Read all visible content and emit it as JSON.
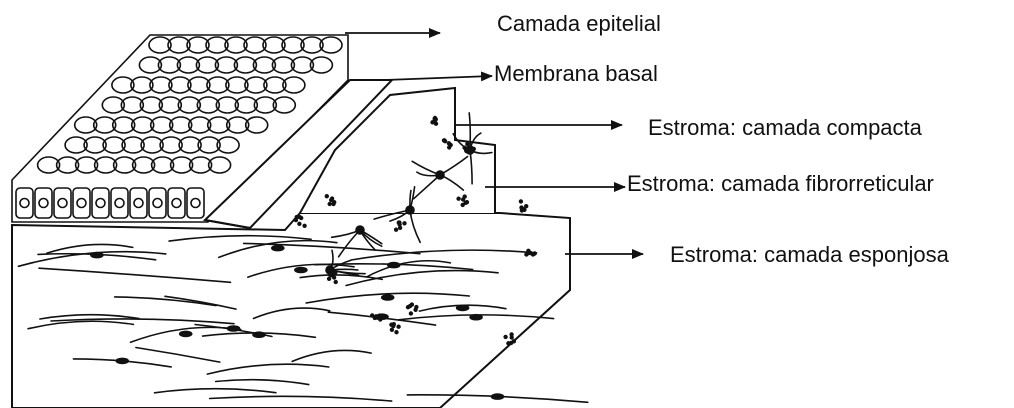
{
  "labels": {
    "epithelial_layer": "Camada epitelial",
    "basement_membrane": "Membrana basal",
    "compact_layer": "Estroma: camada compacta",
    "fibroreticular_layer": "Estroma: camada fibrorreticular",
    "spongy_layer": "Estroma: camada esponjosa"
  },
  "colors": {
    "ink": "#111111",
    "background": "#ffffff"
  }
}
